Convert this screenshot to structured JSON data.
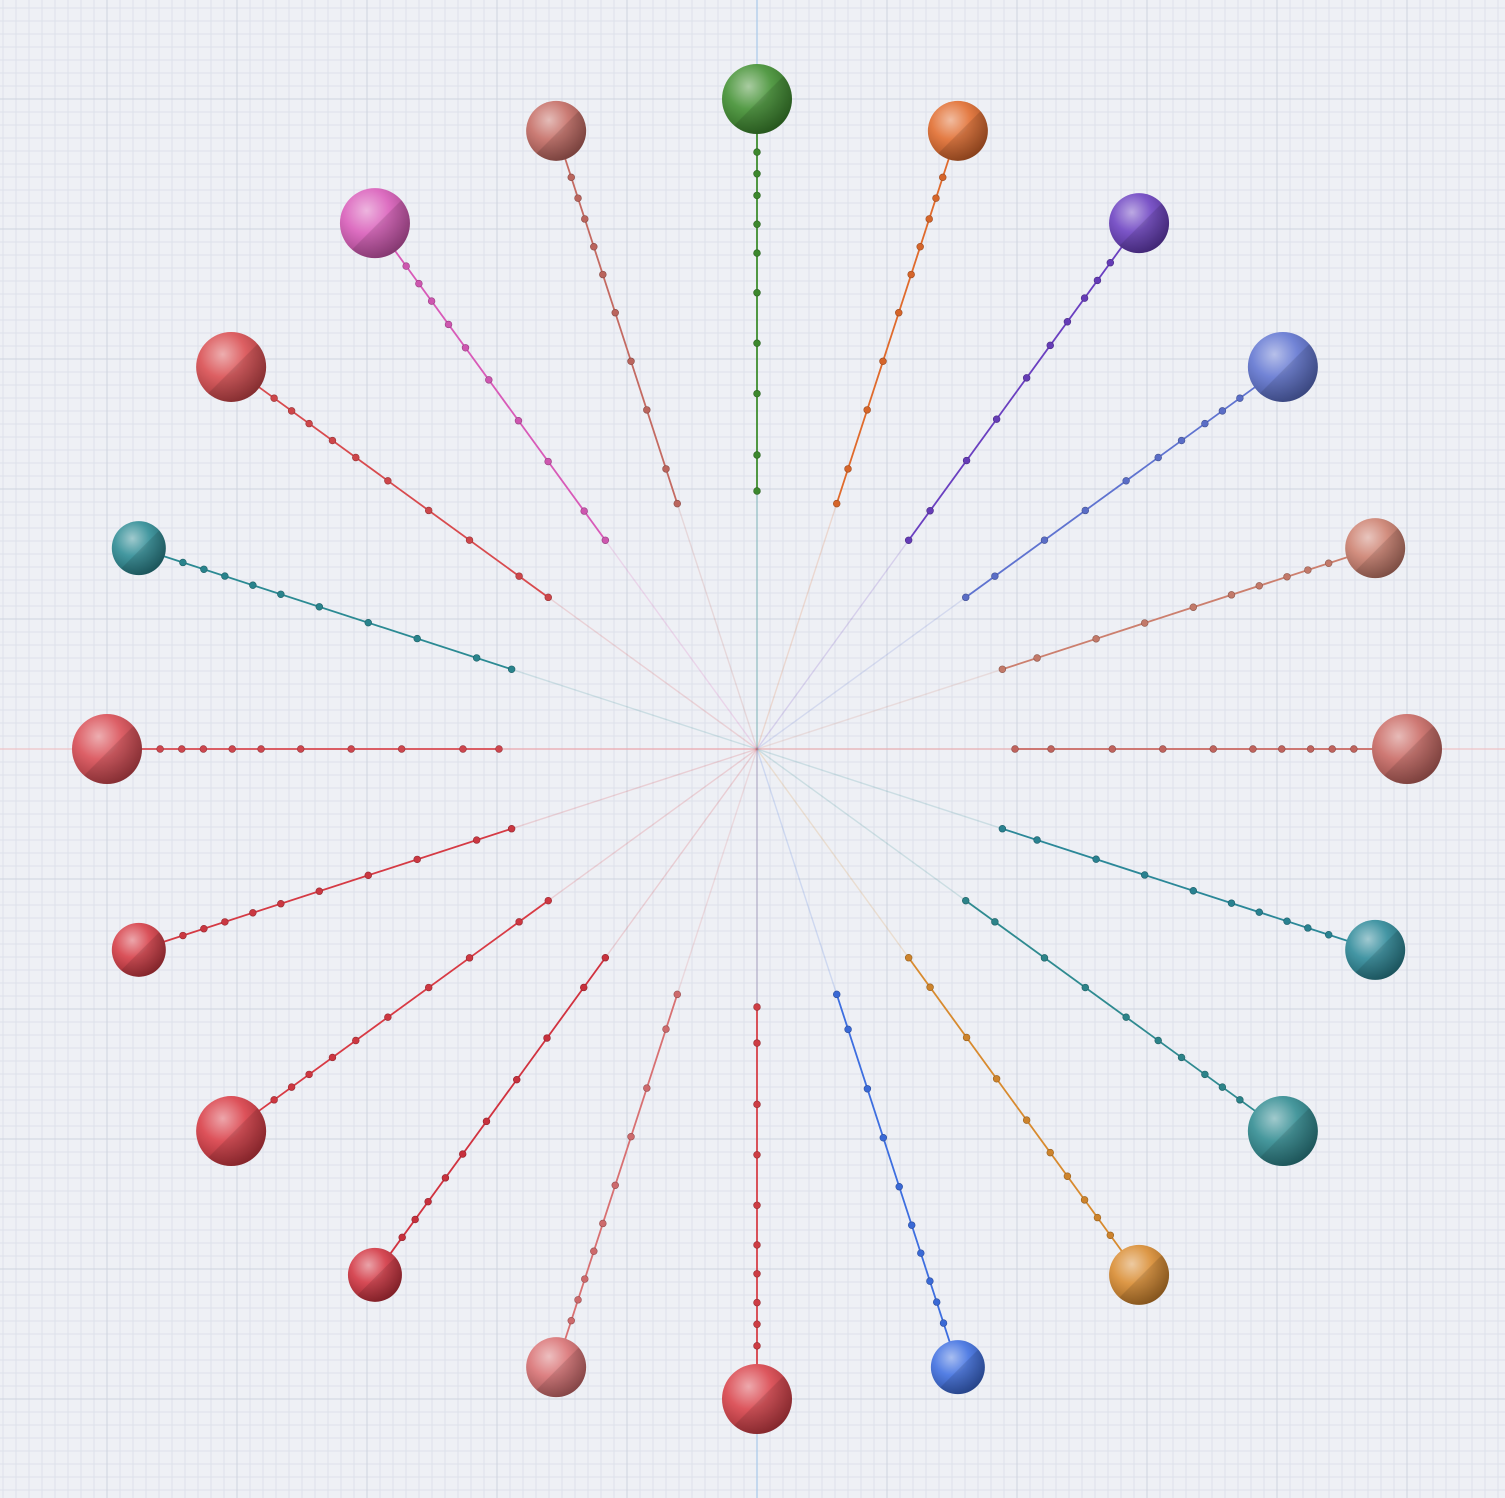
{
  "scene": {
    "background_color": "#eef0f5",
    "grid_minor_color": "#dde1ea",
    "grid_major_color": "#cfd4de",
    "axis_vertical_color": "#a9c9e8",
    "axis_horizontal_color": "#efc2c8"
  },
  "spokes": [
    {
      "id": "spoke-0",
      "color": "#3f8e2f",
      "sphere_size": "large"
    },
    {
      "id": "spoke-1",
      "color": "#e06a2c",
      "sphere_size": "medium"
    },
    {
      "id": "spoke-2",
      "color": "#6a3fc0",
      "sphere_size": "medium"
    },
    {
      "id": "spoke-3",
      "color": "#5f73d0",
      "sphere_size": "large"
    },
    {
      "id": "spoke-4",
      "color": "#cc7f6e",
      "sphere_size": "medium"
    },
    {
      "id": "spoke-5",
      "color": "#c96862",
      "sphere_size": "large"
    },
    {
      "id": "spoke-6",
      "color": "#2b8898",
      "sphere_size": "medium"
    },
    {
      "id": "spoke-7",
      "color": "#2e8a90",
      "sphere_size": "large"
    },
    {
      "id": "spoke-8",
      "color": "#d88a2e",
      "sphere_size": "medium"
    },
    {
      "id": "spoke-9",
      "color": "#3d6ee0",
      "sphere_size": "small"
    },
    {
      "id": "spoke-10",
      "color": "#d84048",
      "sphere_size": "large"
    },
    {
      "id": "spoke-11",
      "color": "#d87072",
      "sphere_size": "medium"
    },
    {
      "id": "spoke-12",
      "color": "#d1323f",
      "sphere_size": "small"
    },
    {
      "id": "spoke-13",
      "color": "#d83a44",
      "sphere_size": "large"
    },
    {
      "id": "spoke-14",
      "color": "#d53a44",
      "sphere_size": "small"
    },
    {
      "id": "spoke-15",
      "color": "#d84a52",
      "sphere_size": "large"
    },
    {
      "id": "spoke-16",
      "color": "#2b8a93",
      "sphere_size": "small"
    },
    {
      "id": "spoke-17",
      "color": "#d84a4e",
      "sphere_size": "large"
    },
    {
      "id": "spoke-18",
      "color": "#d85ab8",
      "sphere_size": "large"
    },
    {
      "id": "spoke-19",
      "color": "#c46a62",
      "sphere_size": "medium"
    }
  ]
}
